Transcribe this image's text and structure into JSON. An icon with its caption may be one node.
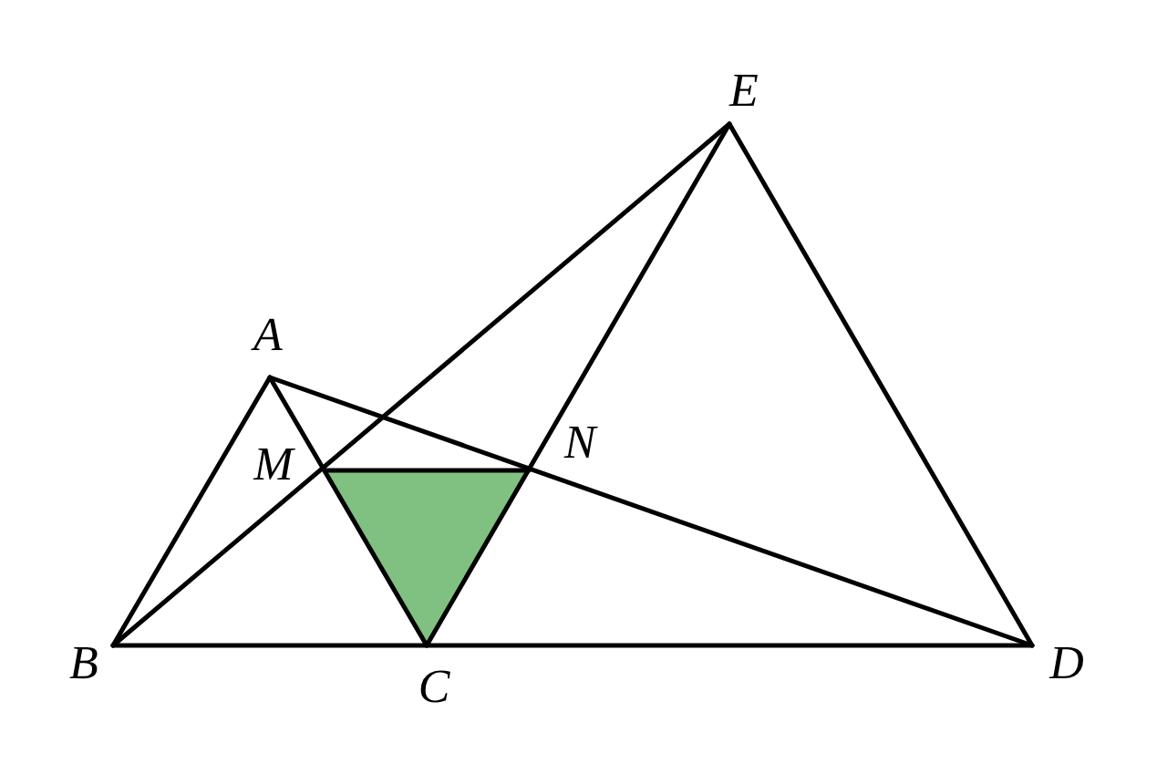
{
  "diagram": {
    "labels": [
      "E",
      "A",
      "M",
      "N",
      "B",
      "C",
      "D"
    ]
  }
}
